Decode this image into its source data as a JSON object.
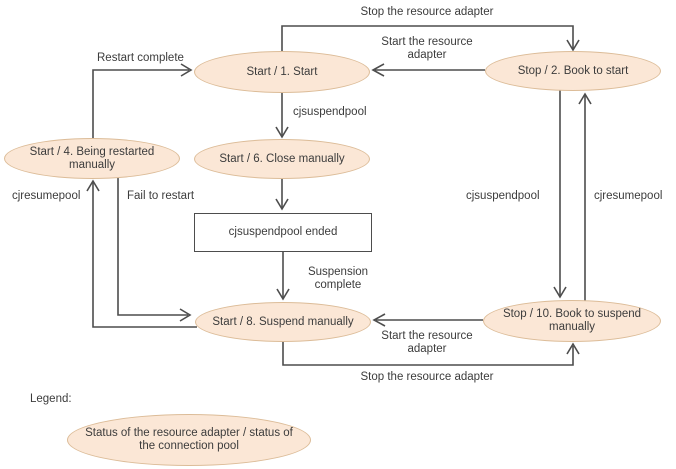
{
  "colors": {
    "node_fill": "#fbe7d6",
    "node_border": "#dcbc98",
    "line": "#4d4d4d",
    "text": "#3c3c3c",
    "background": "#ffffff"
  },
  "nodes": {
    "start_1": {
      "shape": "ellipse",
      "label": "Start / 1. Start"
    },
    "stop_2": {
      "shape": "ellipse",
      "label": "Stop / 2. Book to start"
    },
    "start_4": {
      "shape": "ellipse",
      "label": "Start / 4. Being restarted manually"
    },
    "start_6": {
      "shape": "ellipse",
      "label": "Start / 6. Close manually"
    },
    "cjsuspendpool_ended": {
      "shape": "rectangle",
      "label": "cjsuspendpool ended"
    },
    "start_8": {
      "shape": "ellipse",
      "label": "Start / 8. Suspend manually"
    },
    "stop_10": {
      "shape": "ellipse",
      "label": "Stop / 10. Book to suspend manually"
    }
  },
  "edges": [
    {
      "from": "start_1",
      "to": "stop_2",
      "label": "Stop the resource adapter"
    },
    {
      "from": "stop_2",
      "to": "start_1",
      "label": "Start the resource adapter"
    },
    {
      "from": "start_4",
      "to": "start_1",
      "label": "Restart complete"
    },
    {
      "from": "start_1",
      "to": "start_6",
      "label": "cjsuspendpool"
    },
    {
      "from": "start_6",
      "to": "cjsuspendpool_ended",
      "label": ""
    },
    {
      "from": "cjsuspendpool_ended",
      "to": "start_8",
      "label": "Suspension complete"
    },
    {
      "from": "start_4",
      "to": "start_8",
      "label": "Fail to restart"
    },
    {
      "from": "start_8",
      "to": "start_4",
      "label": "cjresumepool"
    },
    {
      "from": "stop_2",
      "to": "stop_10",
      "label": "cjsuspendpool"
    },
    {
      "from": "stop_10",
      "to": "stop_2",
      "label": "cjresumepool"
    },
    {
      "from": "stop_10",
      "to": "start_8",
      "label": "Start the resource adapter"
    },
    {
      "from": "start_8",
      "to": "stop_10",
      "label": "Stop the resource adapter"
    }
  ],
  "legend": {
    "title": "Legend:",
    "description": "Status of the resource adapter / status of the connection pool"
  }
}
